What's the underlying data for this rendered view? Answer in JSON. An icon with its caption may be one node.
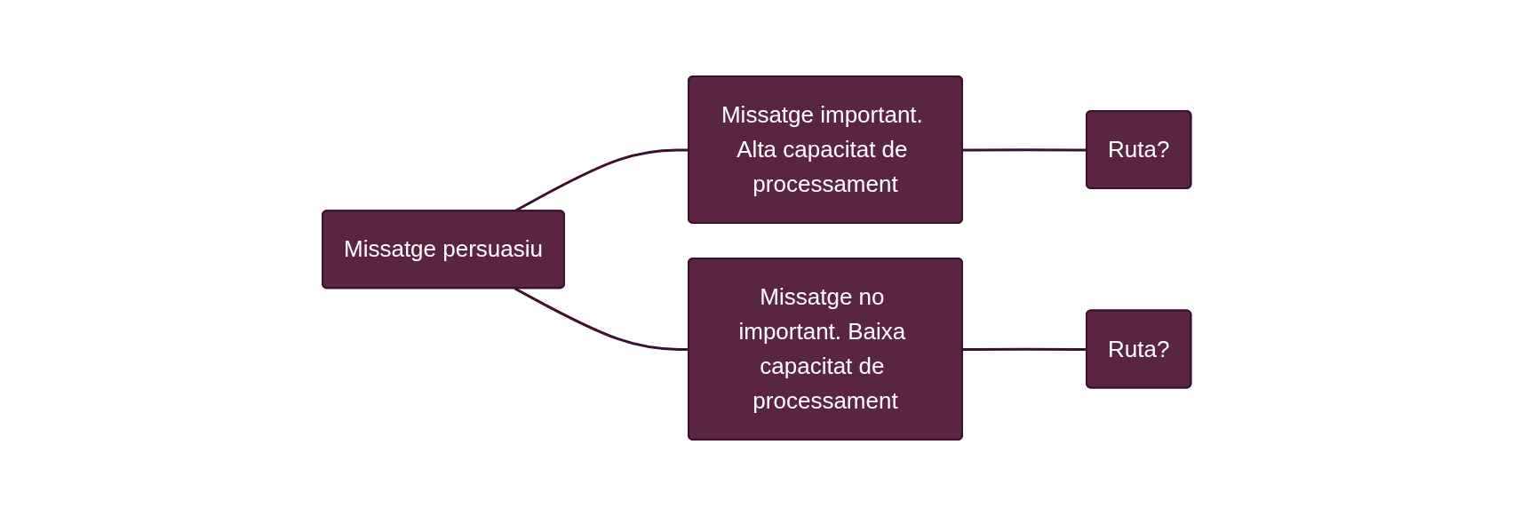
{
  "diagram": {
    "nodes": [
      {
        "text": [
          "Missatge persuasiu"
        ]
      },
      {
        "text": [
          "Missatge important. Alta capacitat de processament"
        ]
      },
      {
        "text": [
          "Missatge no important. Baixa capacitat de processament"
        ]
      },
      {
        "text": [
          "Ruta?"
        ]
      },
      {
        "text": [
          "Ruta?"
        ]
      }
    ],
    "edges": [
      {
        "from": 0,
        "to": 1,
        "arrow": "none"
      },
      {
        "from": 0,
        "to": 2,
        "arrow": "none"
      },
      {
        "from": 1,
        "to": 3,
        "arrow": "none"
      },
      {
        "from": 2,
        "to": 4,
        "arrow": "none"
      }
    ]
  }
}
